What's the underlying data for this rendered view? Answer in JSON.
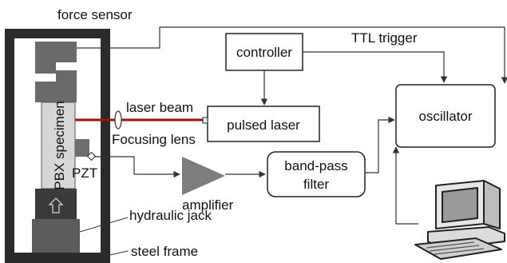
{
  "labels": {
    "force_sensor": "force sensor",
    "specimen": "PBX specimen",
    "pzt": "PZT",
    "laser_beam": "laser beam",
    "focusing_lens": "Focusing lens",
    "controller": "controller",
    "ttl_trigger": "TTL trigger",
    "pulsed_laser": "pulsed laser",
    "oscillator": "oscillator",
    "band_pass_line1": "band-pass",
    "band_pass_line2": "filter",
    "amplifier": "amplifier",
    "hydraulic_jack": "hydraulic jack",
    "steel_frame": "steel frame"
  },
  "colors": {
    "frame": "#2b2b2b",
    "force_sensor": "#6a6a6a",
    "specimen": "#d6d6d6",
    "pzt": "#6e6e6e",
    "jack_upper": "#3a3a3a",
    "jack_lower": "#5c5c5c",
    "amplifier": "#7d7d7d",
    "laser_beam": "#a01010",
    "line": "#333333"
  },
  "icons": {
    "computer": "desktop-computer-icon"
  }
}
